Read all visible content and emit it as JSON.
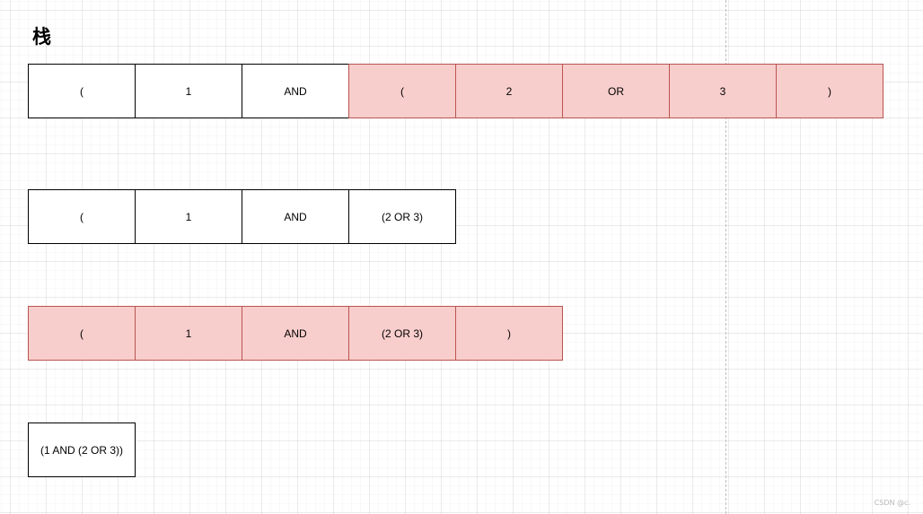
{
  "title": "栈",
  "colors": {
    "highlight_fill": "#f8cecc",
    "highlight_stroke": "#b85450",
    "normal_fill": "#ffffff",
    "normal_stroke": "#000000"
  },
  "rows": [
    {
      "cells": [
        {
          "label": "(",
          "highlight": false
        },
        {
          "label": "1",
          "highlight": false
        },
        {
          "label": "AND",
          "highlight": false
        },
        {
          "label": "(",
          "highlight": true
        },
        {
          "label": "2",
          "highlight": true
        },
        {
          "label": "OR",
          "highlight": true
        },
        {
          "label": "3",
          "highlight": true
        },
        {
          "label": ")",
          "highlight": true
        }
      ]
    },
    {
      "cells": [
        {
          "label": "(",
          "highlight": false
        },
        {
          "label": "1",
          "highlight": false
        },
        {
          "label": "AND",
          "highlight": false
        },
        {
          "label": "(2 OR 3)",
          "highlight": false
        }
      ]
    },
    {
      "cells": [
        {
          "label": "(",
          "highlight": true
        },
        {
          "label": "1",
          "highlight": true
        },
        {
          "label": "AND",
          "highlight": true
        },
        {
          "label": "(2 OR 3)",
          "highlight": true
        },
        {
          "label": ")",
          "highlight": true
        }
      ]
    },
    {
      "cells": [
        {
          "label": "(1 AND (2 OR 3))",
          "highlight": false
        }
      ]
    }
  ],
  "watermark": "CSDN @c."
}
